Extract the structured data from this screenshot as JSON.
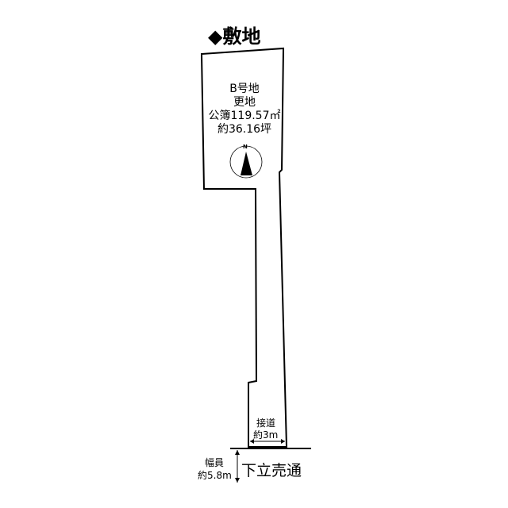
{
  "title": "◆敷地",
  "lot": {
    "name": "B号地",
    "status": "更地",
    "area_sqm": "公簿119.57㎡",
    "area_tsubo": "約36.16坪"
  },
  "compass": {
    "label": "N"
  },
  "frontage": {
    "label": "接道",
    "value": "約3m"
  },
  "road": {
    "width_label": "幅員",
    "width_value": "約5.8m",
    "name": "下立売通"
  }
}
